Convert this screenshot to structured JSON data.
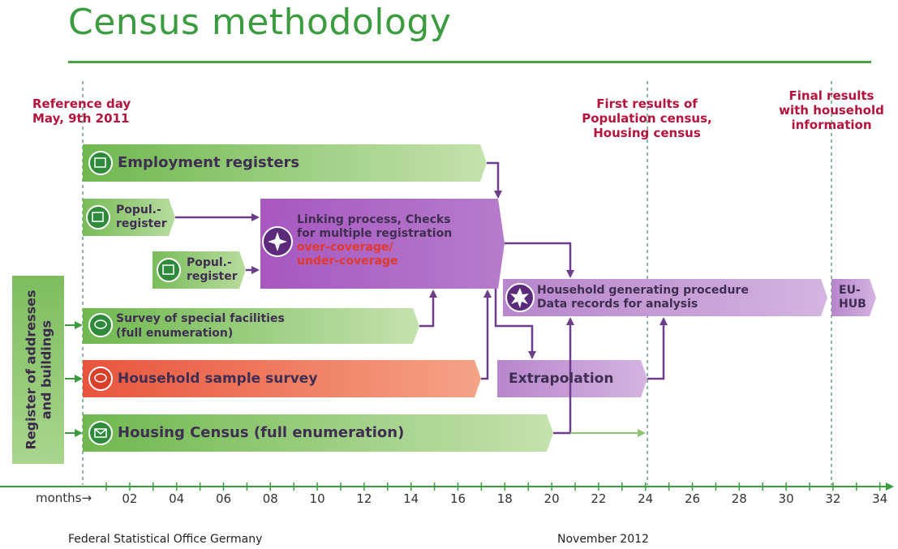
{
  "title": "Census methodology",
  "milestones": {
    "reference_day": [
      "Reference day",
      "May, 9th 2011"
    ],
    "first_results": [
      "First results of",
      "Population census,",
      "Housing census"
    ],
    "final_results": [
      "Final results",
      "with household",
      "information"
    ]
  },
  "register_label": [
    "Register of addresses",
    "and buildings"
  ],
  "boxes": {
    "employment": "Employment registers",
    "popul_1": [
      "Popul.-",
      "register"
    ],
    "popul_2": [
      "Popul.-",
      "register"
    ],
    "linking": [
      "Linking process, Checks",
      "for multiple registration"
    ],
    "linking_red": [
      "over-coverage/",
      "under-coverage"
    ],
    "special_facilities": [
      "Survey of special facilities",
      "(full enumeration)"
    ],
    "household_sample": "Household sample survey",
    "extrapolation": "Extrapolation",
    "household_generating": [
      "Household generating procedure",
      "Data records for analysis"
    ],
    "eu_hub": [
      "EU-",
      "HUB"
    ],
    "housing_census": "Housing Census (full enumeration)"
  },
  "axis": {
    "label": "months",
    "ticks": [
      "02",
      "04",
      "06",
      "08",
      "10",
      "12",
      "14",
      "16",
      "18",
      "20",
      "22",
      "24",
      "26",
      "28",
      "30",
      "32",
      "34"
    ]
  },
  "footer": {
    "left": "Federal Statistical Office Germany",
    "right": "November 2012"
  },
  "colors": {
    "title_green": "#3a9b3f",
    "red_text": "#b5123c",
    "purple": "#9c4fb4",
    "light_purple": "#c69ad6",
    "green_box": "#8cc46f",
    "red_box": "#ea6c55",
    "arrow": "#6b3d8a",
    "axis": "#3a9b3f"
  }
}
